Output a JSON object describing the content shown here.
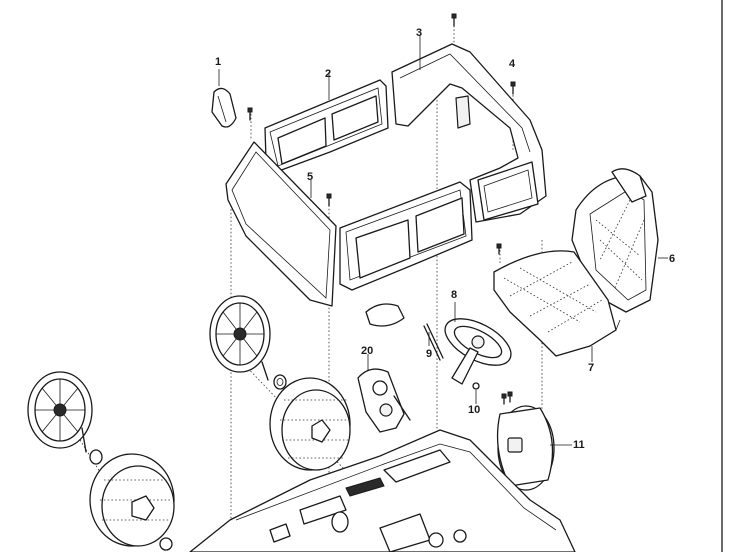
{
  "diagram": {
    "callouts": [
      {
        "id": "1",
        "label": "1"
      },
      {
        "id": "2",
        "label": "2"
      },
      {
        "id": "3",
        "label": "3"
      },
      {
        "id": "4",
        "label": "4"
      },
      {
        "id": "5",
        "label": "5"
      },
      {
        "id": "6",
        "label": "6"
      },
      {
        "id": "7",
        "label": "7"
      },
      {
        "id": "8",
        "label": "8"
      },
      {
        "id": "9",
        "label": "9"
      },
      {
        "id": "10",
        "label": "10"
      },
      {
        "id": "11",
        "label": "11"
      },
      {
        "id": "20",
        "label": "20"
      }
    ],
    "colors": {
      "line": "#1a1a1a",
      "background": "#ffffff"
    }
  }
}
